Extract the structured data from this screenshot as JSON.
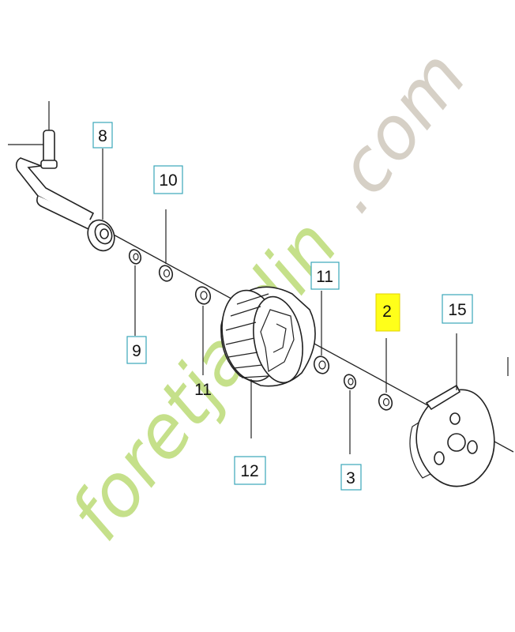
{
  "watermark": {
    "brand_green": "foretjardin",
    "brand_grey": ".com",
    "green": "#c5e08a",
    "grey": "#d6d0c6"
  },
  "labels": {
    "l8": "8",
    "l10": "10",
    "l9": "9",
    "l11_top": "11",
    "l11_bottom": "11",
    "l12": "12",
    "l2": "2",
    "l3": "3",
    "l15": "15"
  },
  "colors": {
    "label_border": "#3aa6b9",
    "highlight": "#ffff1a",
    "line": "#222222"
  }
}
